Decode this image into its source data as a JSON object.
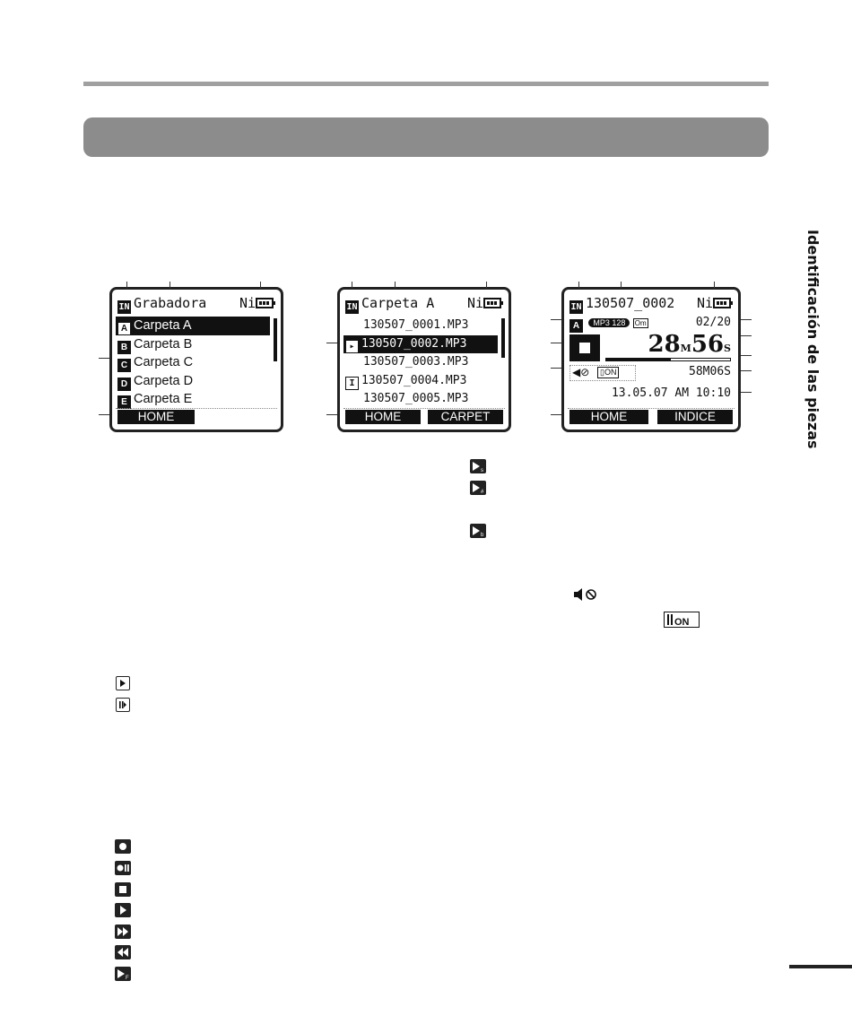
{
  "side_tab": "Identificación de las piezas",
  "screen1": {
    "title": "Grabadora",
    "battery": "Ni",
    "items": [
      {
        "letter": "A",
        "label": "Carpeta A"
      },
      {
        "letter": "B",
        "label": "Carpeta B"
      },
      {
        "letter": "C",
        "label": "Carpeta C"
      },
      {
        "letter": "D",
        "label": "Carpeta D"
      },
      {
        "letter": "E",
        "label": "Carpeta E"
      }
    ],
    "key_left": "HOME"
  },
  "screen2": {
    "title": "Carpeta A",
    "battery": "Ni",
    "files": [
      "130507_0001.MP3",
      "130507_0002.MP3",
      "130507_0003.MP3",
      "130507_0004.MP3",
      "130507_0005.MP3"
    ],
    "key_left": "HOME",
    "key_right": "CARPET"
  },
  "screen3": {
    "title": "130507_0002",
    "battery": "Ni",
    "folder_letter": "A",
    "format": "MP3 128",
    "channel": "Om",
    "file_count": "02/20",
    "elapsed_min": "28",
    "elapsed_min_unit": "M",
    "elapsed_sec": "56",
    "elapsed_sec_unit": "S",
    "progress": 0.52,
    "remaining": "58M06S",
    "date": "13.05.07 AM 10:10",
    "index_badge": "ON",
    "key_left": "HOME",
    "key_right": "INDICE"
  },
  "icons": {
    "mid_column": [
      "play-s-icon",
      "play-sharp-icon",
      "play-flat-icon"
    ],
    "mute": "speaker-mute-icon",
    "index_on": "index-on-icon",
    "left_small": [
      "file-play-icon",
      "file-index-icon"
    ],
    "status": [
      "record-icon",
      "record-pause-icon",
      "stop-icon",
      "play-icon",
      "fast-forward-icon",
      "rewind-icon",
      "play-f-icon"
    ]
  }
}
